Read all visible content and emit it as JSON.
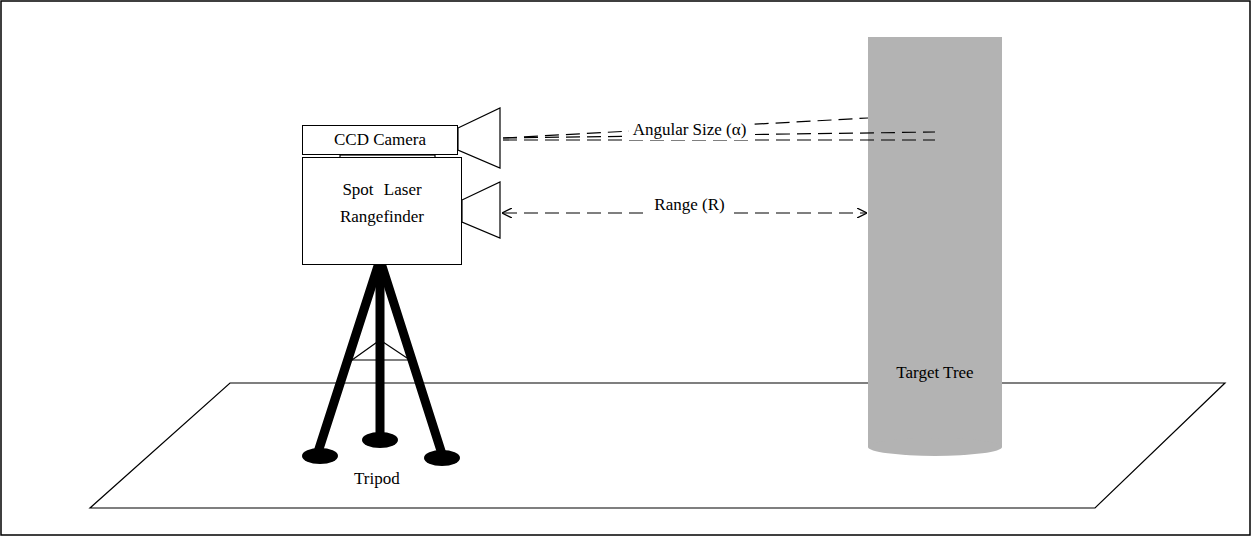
{
  "diagram": {
    "nodes": [
      {
        "text": [
          "CCD Camera"
        ]
      },
      {
        "text": [
          "Spot Laser Rangefinder"
        ]
      },
      {
        "text": [
          "Target Tree"
        ]
      }
    ],
    "edges": [
      {
        "from": 0,
        "to": 2,
        "label": "Angular Size (α)",
        "arrow": "none"
      },
      {
        "from": 1,
        "to": 2,
        "label": "Range (R)",
        "arrow": "both"
      }
    ],
    "labels": [
      "Tripod"
    ]
  }
}
